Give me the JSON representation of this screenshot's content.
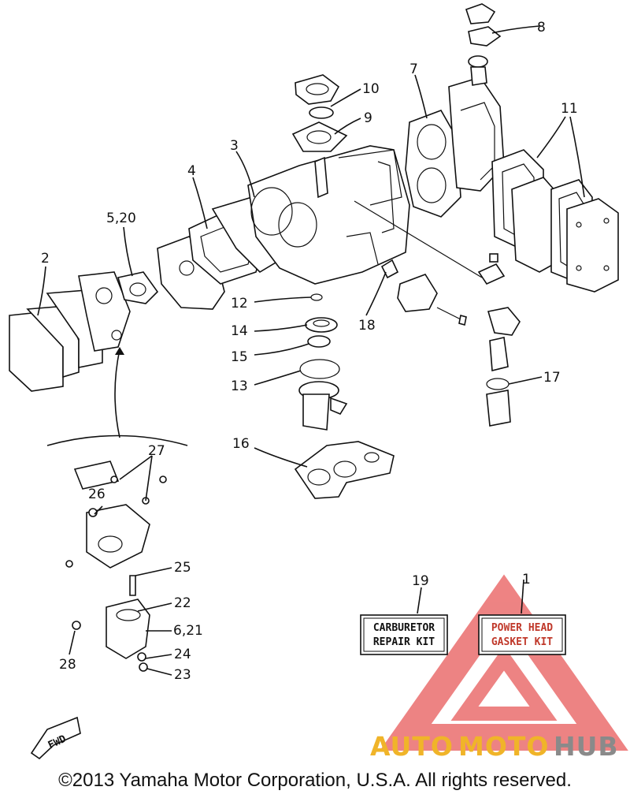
{
  "labels": {
    "p1": "1",
    "p2": "2",
    "p3": "3",
    "p4": "4",
    "p520": "5,20",
    "p621": "6,21",
    "p7": "7",
    "p8": "8",
    "p9": "9",
    "p10": "10",
    "p11": "11",
    "p12": "12",
    "p13": "13",
    "p14": "14",
    "p15": "15",
    "p16": "16",
    "p17": "17",
    "p18": "18",
    "p19": "19",
    "p22": "22",
    "p23": "23",
    "p24": "24",
    "p25": "25",
    "p26": "26",
    "p27": "27",
    "p28": "28"
  },
  "kits": {
    "carburetor": {
      "line1": "CARBURETOR",
      "line2": "REPAIR KIT"
    },
    "powerhead": {
      "line1": "POWER HEAD",
      "line2": "GASKET KIT"
    }
  },
  "direction_arrow": "FWD",
  "watermark": {
    "part_auto": "AUTO",
    "part_moto": "MOTO",
    "part_hub": "HUB",
    "colors": {
      "triangle": "#e85a5a",
      "auto": "#f0b429",
      "moto": "#f0b429",
      "hub": "#8a8a8a"
    }
  },
  "copyright": "©2013 Yamaha Motor Corporation, U.S.A. All rights reserved."
}
